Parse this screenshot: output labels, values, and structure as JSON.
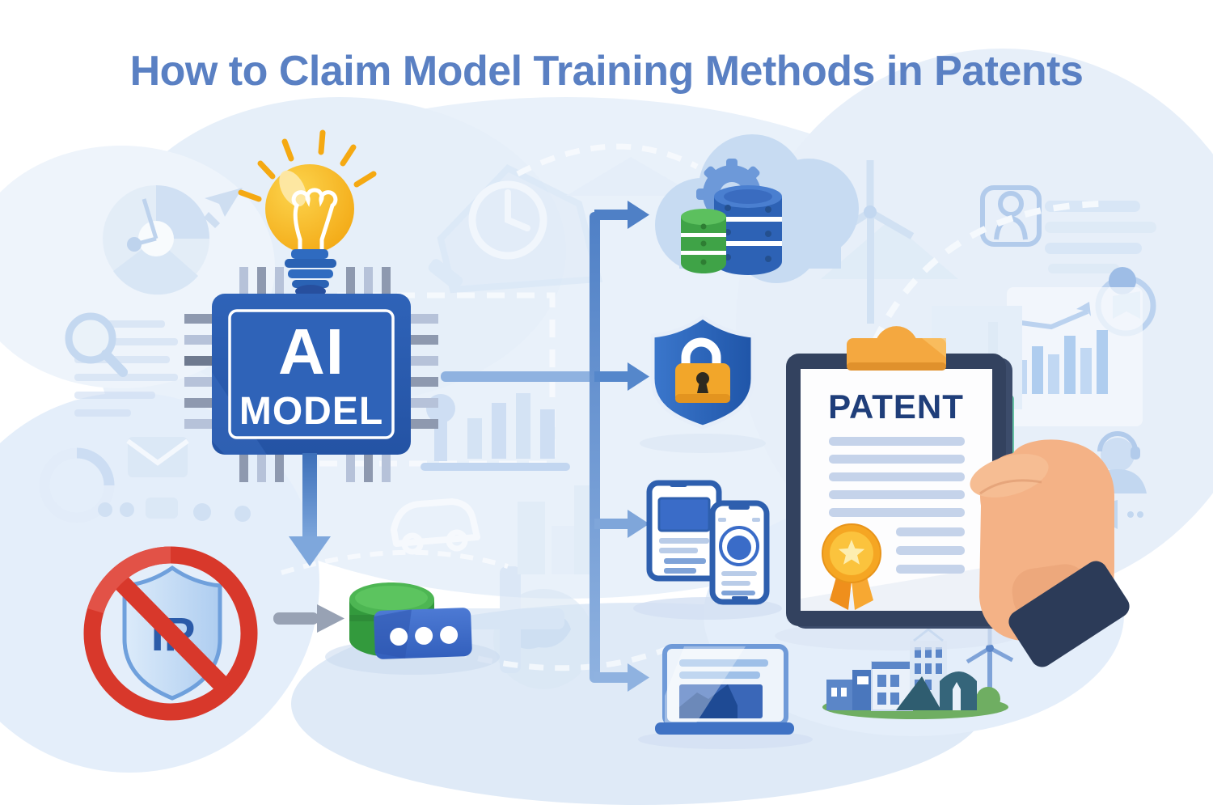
{
  "title": "How to Claim Model Training Methods in Patents",
  "nodes": {
    "ai_chip": {
      "line1": "AI",
      "line2": "MODEL"
    },
    "ip_shield": {
      "label": "IP"
    },
    "patent_document": {
      "label": "PATENT"
    }
  },
  "icons": [
    "lightbulb-icon",
    "ai-chip-icon",
    "down-arrow-icon",
    "training-database-icon",
    "no-ip-protection-icon",
    "gray-arrow-icon",
    "cloud-database-icon",
    "gear-icon",
    "security-shield-lock-icon",
    "tablet-icon",
    "smartphone-icon",
    "laptop-icon",
    "patent-clipboard-icon",
    "clipboard-clip-icon",
    "medal-ribbon-icon",
    "holding-hand-icon",
    "city-buildings-icon",
    "wind-turbine-icon",
    "flow-connector-arrows"
  ],
  "colors": {
    "title_blue": "#5a80c3",
    "chip_blue": "#2a5cb2",
    "bulb_yellow": "#f5ac12",
    "prohibition_red": "#d8382b",
    "ip_text_blue": "#2b5ba9",
    "shield_blue": "#2a63ba",
    "lock_orange": "#f2a62a",
    "db_green": "#3aa644",
    "db_band_blue": "#3a66c6",
    "cloud_blue": "#c7dbf2",
    "connector_blue": "#5f8ecf",
    "gray_arrow": "#98a2b4",
    "clipboard_navy": "#33425f",
    "clip_orange": "#f4a840",
    "paper_line": "#c5d3ea",
    "medal_gold": "#f5a623",
    "hand_skin": "#f4b286",
    "sleeve_navy": "#2c3b58",
    "background_tint": "#e8f0f9"
  }
}
